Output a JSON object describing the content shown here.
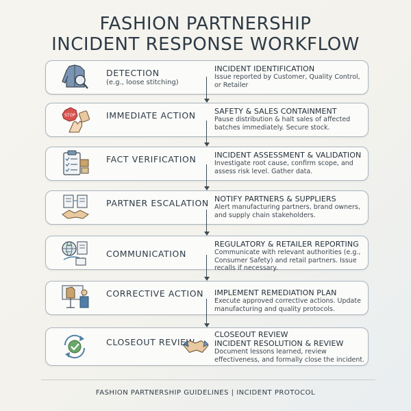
{
  "title": {
    "line1": "FASHION PARTNERSHIP",
    "line2": "INCIDENT RESPONSE WORKFLOW"
  },
  "steps": [
    {
      "name": "DETECTION",
      "sub": "(e.g., loose stitching)",
      "heading": "INCIDENT IDENTIFICATION",
      "desc": "Issue reported by Customer, Quality Control, or Retailer",
      "icon": "jacket-magnifier-icon"
    },
    {
      "name": "IMMEDIATE ACTION",
      "heading": "SAFETY & SALES CONTAINMENT",
      "desc": "Pause distribution & halt sales of affected batches immediately. Secure stock.",
      "icon": "stop-button-hand-icon",
      "icon_text": "STOP"
    },
    {
      "name": "FACT VERIFICATION",
      "heading": "INCIDENT ASSESSMENT & VALIDATION",
      "desc": "Investigate root cause, confirm scope, and assess risk level. Gather data.",
      "icon": "clipboard-checklist-icon"
    },
    {
      "name": "PARTNER ESCALATION",
      "heading": "NOTIFY PARTNERS & SUPPLIERS",
      "desc": "Alert manufacturing partners, brand owners, and supply chain stakeholders.",
      "icon": "documents-handshake-icon"
    },
    {
      "name": "COMMUNICATION",
      "heading": "REGULATORY & RETAILER REPORTING",
      "desc": "Communicate with relevant authorities (e.g., Consumer Safety) and retail partners. Issue recalls if necessary.",
      "icon": "globe-documents-icon"
    },
    {
      "name": "CORRECTIVE ACTION",
      "heading": "IMPLEMENT REMEDIATION PLAN",
      "desc": "Execute approved corrective actions. Update manufacturing and quality protocols.",
      "icon": "tailor-mannequin-icon"
    },
    {
      "name": "CLOSEOUT REVIEW",
      "heading_top": "CLOSEOUT REVIEW",
      "heading": "INCIDENT RESOLUTION & REVIEW",
      "desc": "Document lessons learned, review effectiveness, and formally close the incident.",
      "icon": "checkmark-cycle-icon",
      "icon2": "handshake-icon"
    }
  ],
  "footer": "FASHION PARTNERSHIP GUIDELINES | INCIDENT PROTOCOL",
  "colors": {
    "border": "#aab5bf",
    "text": "#2c3a46",
    "stop_red": "#d9534f",
    "check_green": "#6aa86a",
    "accent_blue": "#4f7fa8"
  }
}
